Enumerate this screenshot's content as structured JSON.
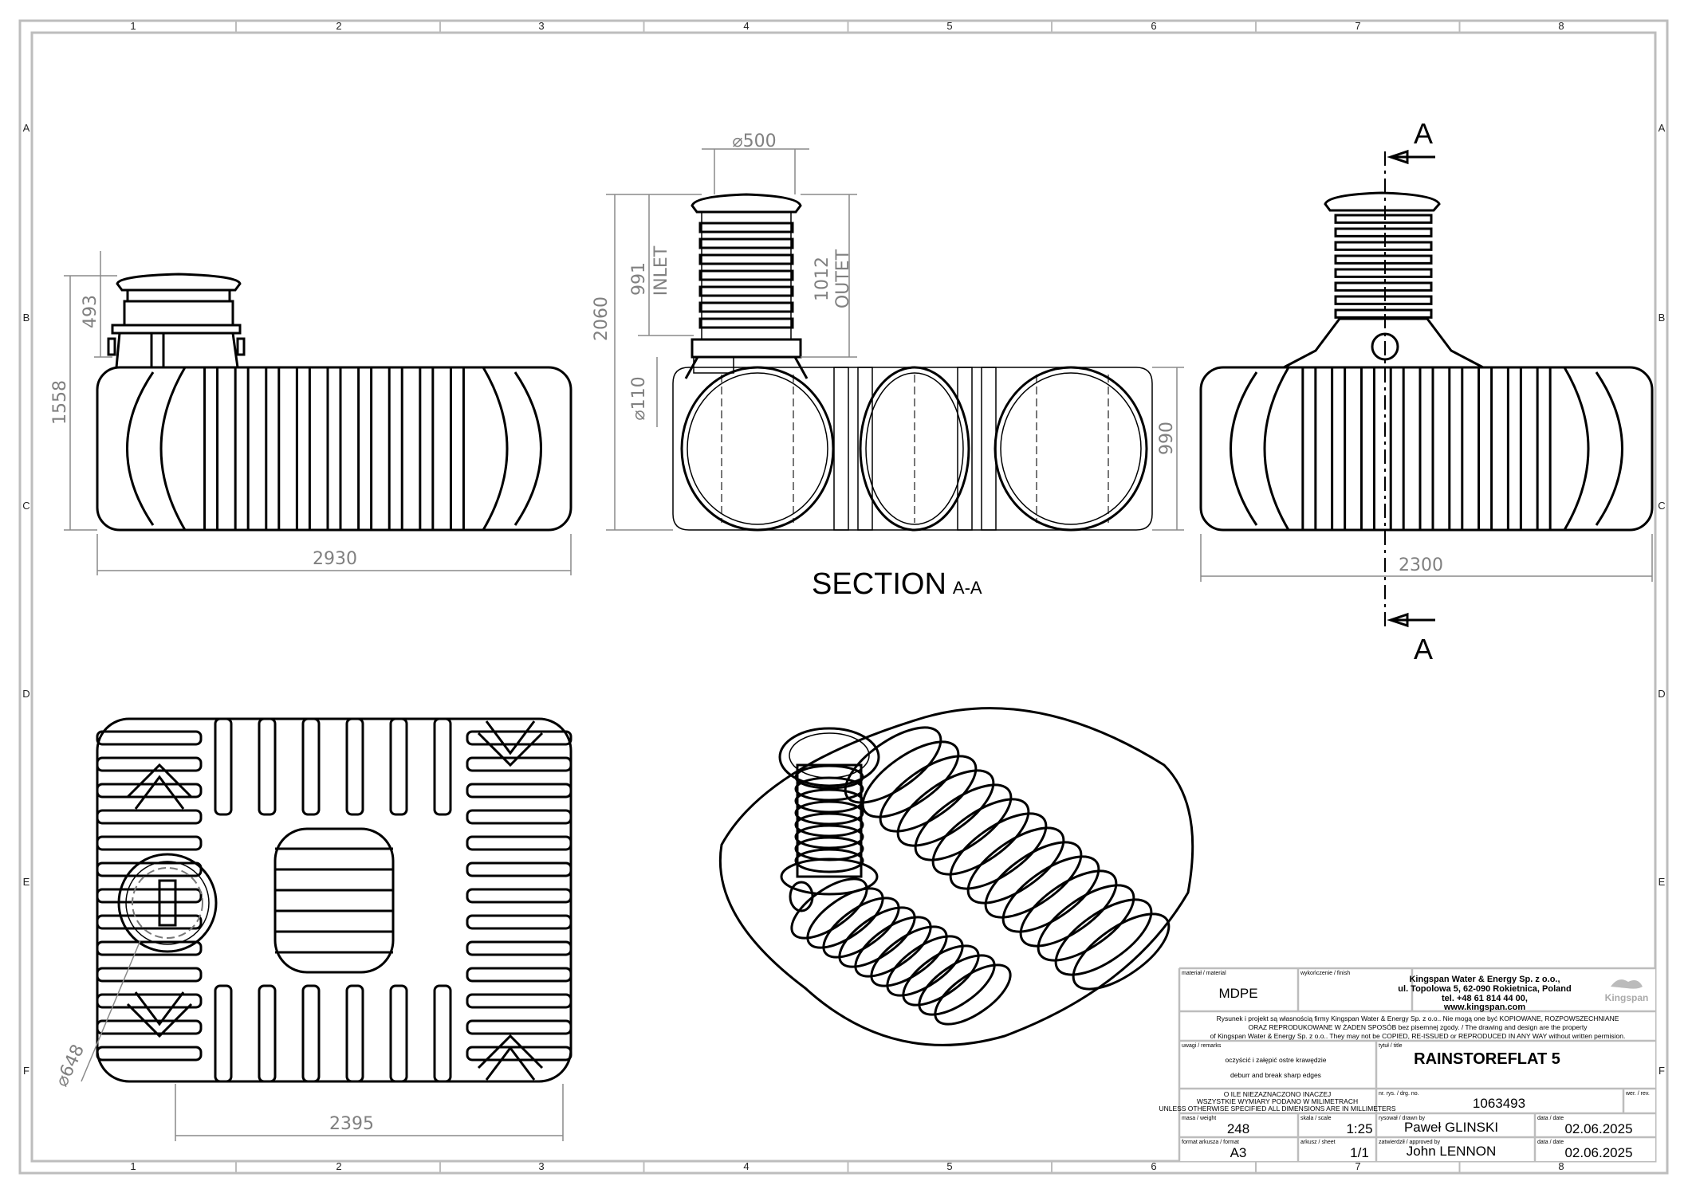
{
  "sheet": {
    "columns": [
      "1",
      "2",
      "3",
      "4",
      "5",
      "6",
      "7",
      "8"
    ],
    "rows": [
      "A",
      "B",
      "C",
      "D",
      "E",
      "F"
    ]
  },
  "views": {
    "side": {
      "dim_height_total": "1558",
      "dim_riser": "493",
      "dim_length": "2930"
    },
    "section": {
      "title": "SECTION",
      "title_suffix": "A-A",
      "dim_riser_diameter": "⌀500",
      "dim_height_total": "2060",
      "dim_inlet": "991",
      "inlet_label": "INLET",
      "dim_outlet": "1012",
      "outlet_label": "OUTET",
      "dim_pipe": "⌀110",
      "dim_body_height": "990"
    },
    "end": {
      "dim_width": "2300",
      "section_marker_top": "A",
      "section_marker_bottom": "A"
    },
    "top": {
      "dim_cover": "⌀648",
      "dim_length": "2395"
    }
  },
  "title_block": {
    "material_label": "materiał / material",
    "material": "MDPE",
    "finish_label": "wykończenie / finish",
    "company": {
      "name": "Kingspan Water & Energy Sp. z o.o.,",
      "address": "ul. Topolowa 5, 62-090 Rokietnica, Poland",
      "phone": "tel. +48 61 814 44 00,",
      "web": "www.kingspan.com",
      "logo_text": "Kingspan"
    },
    "notice": [
      "Rysunek i projekt są własnością firmy Kingspan Water & Energy Sp. z o.o.. Nie mogą one być KOPIOWANE, ROZPOWSZECHNIANE",
      "ORAZ REPRODUKOWANE W ŻADEN SPOSÓB  bez pisemnej zgody. / The drawing and design are the property",
      "of Kingspan Water & Energy Sp. z o.o.. They may not be COPIED, RE-ISSUED or REPRODUCED IN ANY WAY without written permision."
    ],
    "remarks_label": "uwagi / remarks",
    "remarks": [
      "oczyścić i załępić ostre krawędzie",
      "deburr and break sharp edges"
    ],
    "title_label": "tytuł / title",
    "title": "RAINSTOREFLAT 5",
    "units_note": [
      "O ILE NIEZAZNACZONO INACZEJ",
      "WSZYSTKIE WYMIARY PODANO W MILIMETRACH",
      "UNLESS OTHERWISE SPECIFIED ALL DIMENSIONS ARE IN MILLIMETERS"
    ],
    "drg_no_label": "nr. rys. / drg. no.",
    "drg_no": "1063493",
    "rev_label": "wer. / rev.",
    "weight_label": "masa / weight",
    "weight": "248",
    "scale_label": "skala / scale",
    "scale": "1:25",
    "drawn_by_label": "rysował / drawn by",
    "drawn_by": "Paweł GLINSKI",
    "date_label": "data / date",
    "drawn_date": "02.06.2025",
    "format_label": "format arkusza / format",
    "format": "A3",
    "sheet_label": "arkusz / sheet",
    "sheet": "1/1",
    "approved_by_label": "zatwierdził / approved by",
    "approved_by": "John LENNON",
    "approved_date": "02.06.2025"
  }
}
